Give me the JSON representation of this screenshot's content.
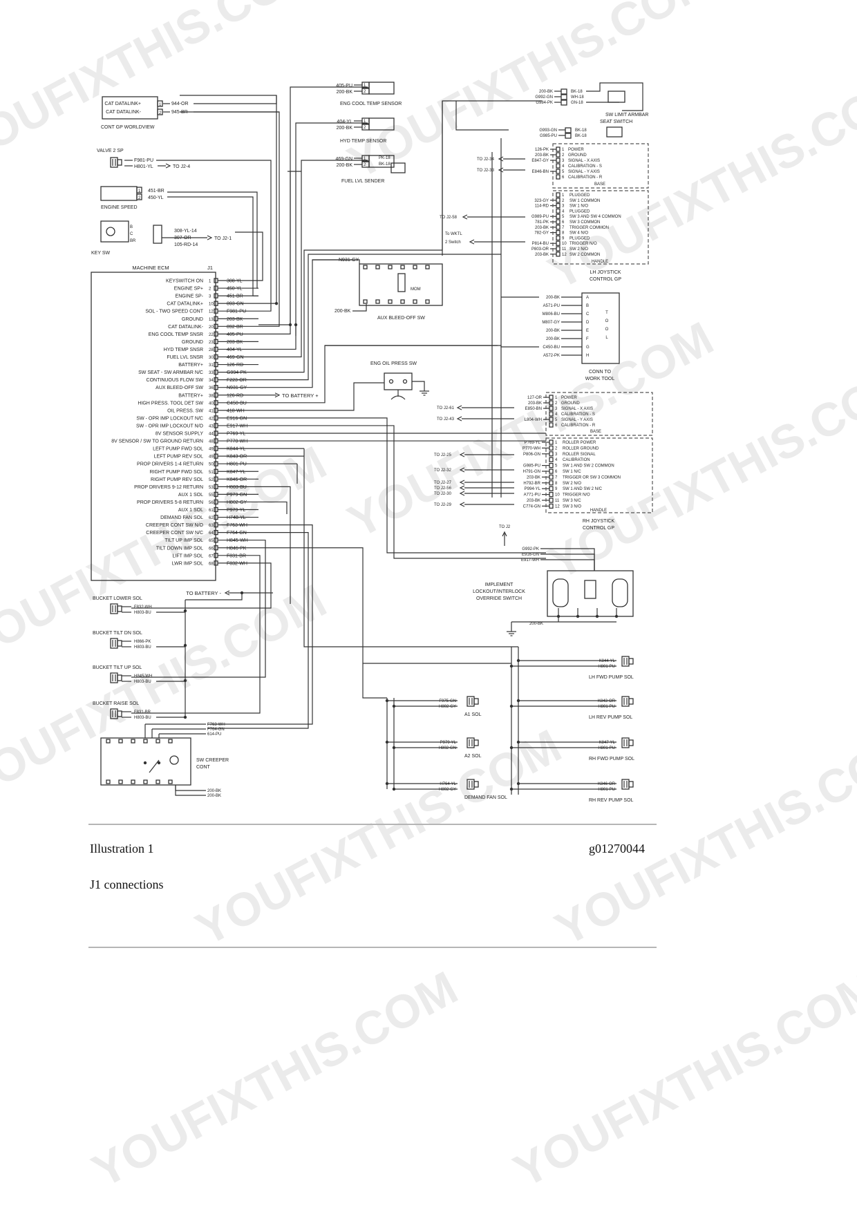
{
  "ecm": {
    "title": "MACHINE ECM",
    "connector": "J1",
    "rows": [
      {
        "label": "KEYSWITCH ON",
        "pin": "1",
        "wire": "308-YL"
      },
      {
        "label": "ENGINE SP+",
        "pin": "2",
        "wire": "450-YL"
      },
      {
        "label": "ENGINE SP-",
        "pin": "3",
        "wire": "451-BR"
      },
      {
        "label": "CAT DATALINK+",
        "pin": "10",
        "wire": "893-GN"
      },
      {
        "label": "SOL - TWO SPEED CONT",
        "pin": "12",
        "wire": "F981-PU"
      },
      {
        "label": "GROUND",
        "pin": "13",
        "wire": "203-BK"
      },
      {
        "label": "CAT DATALINK-",
        "pin": "20",
        "wire": "892-BR"
      },
      {
        "label": "ENG COOL TEMP SNSR",
        "pin": "22",
        "wire": "405-PU"
      },
      {
        "label": "GROUND",
        "pin": "23",
        "wire": "203-BK"
      },
      {
        "label": "HYD TEMP SNSR",
        "pin": "28",
        "wire": "404-YL"
      },
      {
        "label": "FUEL LVL SNSR",
        "pin": "30",
        "wire": "469-GN"
      },
      {
        "label": "BATTERY+",
        "pin": "31",
        "wire": "126-RD"
      },
      {
        "label": "SW SEAT - SW ARMBAR N/C",
        "pin": "33",
        "wire": "G994-PK"
      },
      {
        "label": "CONTINUOUS FLOW SW",
        "pin": "34",
        "wire": "F223-OR"
      },
      {
        "label": "AUX BLEED-OFF SW",
        "pin": "36",
        "wire": "N931-GY"
      },
      {
        "label": "BATTERY+",
        "pin": "38",
        "wire": "126-RD"
      },
      {
        "label": "HIGH PRESS. TOOL DET SW",
        "pin": "40",
        "wire": "C450-BU"
      },
      {
        "label": "OIL PRESS. SW",
        "pin": "41",
        "wire": "418-WH"
      },
      {
        "label": "SW - OPR IMP LOCKOUT N/C",
        "pin": "42",
        "wire": "E916-GN"
      },
      {
        "label": "SW - OPR IMP LOCKOUT N/O",
        "pin": "43",
        "wire": "E917-WH"
      },
      {
        "label": "8V SENSOR SUPPLY",
        "pin": "44",
        "wire": "P769-YL"
      },
      {
        "label": "8V SENSOR / SW TO GROUND RETURN",
        "pin": "48",
        "wire": "P770-WH"
      },
      {
        "label": "LEFT PUMP FWD SOL",
        "pin": "49",
        "wire": "K844-YL"
      },
      {
        "label": "LEFT PUMP REV SOL",
        "pin": "49",
        "wire": "K843-OR"
      },
      {
        "label": "PROP DRIVERS 1-4 RETURN",
        "pin": "50",
        "wire": "H801-PU"
      },
      {
        "label": "RIGHT PUMP FWD SOL",
        "pin": "51",
        "wire": "K847-YL"
      },
      {
        "label": "RIGHT PUMP REV SOL",
        "pin": "52",
        "wire": "K846-OR"
      },
      {
        "label": "PROP DRIVERS 9-12 RETURN",
        "pin": "53",
        "wire": "H803-BU"
      },
      {
        "label": "AUX 1 SOL",
        "pin": "55",
        "wire": "P979-GN"
      },
      {
        "label": "PROP DRIVERS 5-8 RETURN",
        "pin": "56",
        "wire": "H802-GY"
      },
      {
        "label": "AUX 1 SOL",
        "pin": "61",
        "wire": "P979-YL"
      },
      {
        "label": "DEMAND FAN SOL",
        "pin": "62",
        "wire": "H748-YL"
      },
      {
        "label": "CREEPER CONT SW N/O",
        "pin": "63",
        "wire": "F763-WH"
      },
      {
        "label": "CREEPER CONT SW N/C",
        "pin": "64",
        "wire": "F764-GN"
      },
      {
        "label": "TILT UP IMP SOL",
        "pin": "65",
        "wire": "H845-WH"
      },
      {
        "label": "TILT DOWN IMP SOL",
        "pin": "66",
        "wire": "H846-PK"
      },
      {
        "label": "LIFT IMP SOL",
        "pin": "67",
        "wire": "F831-BR"
      },
      {
        "label": "LWR IMP SOL",
        "pin": "68",
        "wire": "F832-WH"
      }
    ],
    "to_battery": "TO BATTERY +",
    "to_battery_bottom": "TO BATTERY -"
  },
  "left_components": {
    "cat_datalink": {
      "labels": [
        "CAT DATALINK+",
        "CAT DATALINK-"
      ],
      "pins": [
        "1",
        "2"
      ],
      "wires": [
        "944-OR",
        "945-BR"
      ],
      "name": "CONT GP WORLDVIEW"
    },
    "valve": {
      "name": "VALVE 2 SP",
      "wires": [
        "F981-PU",
        "H801-YL"
      ],
      "to": "TO J2-4"
    },
    "engine_speed": {
      "name": "ENGINE SPEED",
      "pins": [
        "1",
        "2"
      ],
      "wires": [
        "451-BR",
        "450-YL"
      ]
    },
    "key_sw": {
      "name": "KEY SW",
      "contacts": [
        "B",
        "C",
        "BR"
      ],
      "wires": [
        "308-YL-14",
        "307-OR",
        "105-RD-14"
      ],
      "to": "TO J2-1"
    }
  },
  "sensors": {
    "eng_cool": {
      "name": "ENG COOL TEMP SENSOR",
      "wires": [
        "405-PU",
        "200-BK"
      ],
      "pins": [
        "1",
        "2"
      ]
    },
    "hyd_temp": {
      "name": "HYD TEMP SENSOR",
      "wires": [
        "404-YL",
        "200-BK"
      ],
      "pins": [
        "1",
        "2"
      ]
    },
    "fuel_lvl": {
      "name": "FUEL LVL SENDER",
      "wires": [
        "469-GN",
        "200-BK"
      ],
      "pins": [
        "1",
        "2"
      ],
      "tags": [
        "PK-18",
        "BK-18"
      ]
    }
  },
  "aux_bleed": {
    "name": "AUX BLEED-OFF SW",
    "wire_in": "N931-GY",
    "wire_gnd": "200-BK",
    "tag": "MOM"
  },
  "eng_oil": {
    "name": "ENG OIL PRESS SW"
  },
  "top_right": {
    "sw_limit": {
      "name": "SW LIMIT ARMBAR",
      "wires": [
        "200-BK",
        "G992-GN",
        "G984-PK"
      ],
      "tags": [
        "BK-18",
        "WH-18",
        "GN-18"
      ]
    },
    "seat": {
      "name": "SEAT SWITCH",
      "wires": [
        "G993-GN",
        "G985-PU"
      ],
      "tags": [
        "BK-18",
        "BK-18"
      ]
    }
  },
  "lh_joystick": {
    "base_label": "BASE",
    "handle_label": "HANDLE",
    "name": "LH JOYSTICK",
    "name2": "CONTROL GP",
    "base_pins": [
      {
        "pin": "1",
        "sig": "POWER",
        "wire": "126-PK"
      },
      {
        "pin": "2",
        "sig": "GROUND",
        "wire": "203-BK"
      },
      {
        "pin": "3",
        "sig": "SIGNAL - X AXIS",
        "wire": "E847-GY"
      },
      {
        "pin": "4",
        "sig": "CALIBRATION - S",
        "wire": ""
      },
      {
        "pin": "5",
        "sig": "SIGNAL - Y AXIS",
        "wire": "E846-BN"
      },
      {
        "pin": "6",
        "sig": "CALIBRATION - R",
        "wire": ""
      }
    ],
    "base_to": [
      "TO J2-34",
      "TO J2-33"
    ],
    "handle_pins": [
      {
        "pin": "1",
        "sig": "PLUGGED",
        "wire": ""
      },
      {
        "pin": "2",
        "sig": "SW 1 COMMON",
        "wire": "323-GY"
      },
      {
        "pin": "3",
        "sig": "SW 1 N/O",
        "wire": "114-RD"
      },
      {
        "pin": "4",
        "sig": "PLUGGED",
        "wire": ""
      },
      {
        "pin": "5",
        "sig": "SW 3 AND SW 4 COMMON",
        "wire": "G989-PU"
      },
      {
        "pin": "6",
        "sig": "SW 3 COMMON",
        "wire": "781-PK"
      },
      {
        "pin": "7",
        "sig": "TRIGGER COMMON",
        "wire": "203-BK"
      },
      {
        "pin": "8",
        "sig": "SW 4 N/O",
        "wire": "782-GY"
      },
      {
        "pin": "9",
        "sig": "PLUGGED",
        "wire": ""
      },
      {
        "pin": "10",
        "sig": "TRIGGER N/O",
        "wire": "P814-BU"
      },
      {
        "pin": "11",
        "sig": "SW 2 N/O",
        "wire": "P803-OR"
      },
      {
        "pin": "12",
        "sig": "SW 2 COMMON",
        "wire": "203-BK"
      }
    ],
    "handle_to": [
      "TO J2-58",
      "To WKTL",
      "2 Switch"
    ]
  },
  "work_tool": {
    "name": "CONN TO",
    "name2": "WORK TOOL",
    "side": [
      "T",
      "O",
      "O",
      "L"
    ],
    "pins": [
      {
        "pin": "A",
        "wire": "200-BK"
      },
      {
        "pin": "B",
        "wire": "A571-PU"
      },
      {
        "pin": "C",
        "wire": "M806-BU"
      },
      {
        "pin": "D",
        "wire": "M807-GY"
      },
      {
        "pin": "E",
        "wire": "200-BK"
      },
      {
        "pin": "F",
        "wire": "200-BK"
      },
      {
        "pin": "G",
        "wire": "C450-BU"
      },
      {
        "pin": "H",
        "wire": "A572-PK"
      }
    ]
  },
  "rh_joystick": {
    "base_label": "BASE",
    "handle_label": "HANDLE",
    "name": "RH JOYSTICK",
    "name2": "CONTROL GP",
    "base_pins": [
      {
        "pin": "1",
        "sig": "POWER",
        "wire": "127-OR"
      },
      {
        "pin": "2",
        "sig": "GROUND",
        "wire": "203-BK"
      },
      {
        "pin": "3",
        "sig": "SIGNAL - X AXIS",
        "wire": "E850-BN"
      },
      {
        "pin": "4",
        "sig": "CALIBRATION - S",
        "wire": ""
      },
      {
        "pin": "5",
        "sig": "SIGNAL - Y AXIS",
        "wire": "L804-WH"
      },
      {
        "pin": "6",
        "sig": "CALIBRATION - R",
        "wire": ""
      }
    ],
    "base_to": [
      "TO J2-61",
      "TO J2-43"
    ],
    "handle_pins": [
      {
        "pin": "1",
        "sig": "ROLLER POWER",
        "wire": "P769-YL"
      },
      {
        "pin": "2",
        "sig": "ROLLER GROUND",
        "wire": "P770-WH"
      },
      {
        "pin": "3",
        "sig": "ROLLER SIGNAL",
        "wire": "P806-GN"
      },
      {
        "pin": "4",
        "sig": "CALIBRATION",
        "wire": ""
      },
      {
        "pin": "5",
        "sig": "SW 1 AND SW 2 COMMON",
        "wire": "G985-PU"
      },
      {
        "pin": "6",
        "sig": "SW 1 N/C",
        "wire": "H791-GN"
      },
      {
        "pin": "7",
        "sig": "TRIGGER OR SW 3 COMMON",
        "wire": "203-BK"
      },
      {
        "pin": "8",
        "sig": "SW 2 N/O",
        "wire": "H792-BR"
      },
      {
        "pin": "9",
        "sig": "SW 1 AND SW 2 N/C",
        "wire": "P994-YL"
      },
      {
        "pin": "10",
        "sig": "TRIGGER N/O",
        "wire": "A771-PU"
      },
      {
        "pin": "11",
        "sig": "SW 3 N/C",
        "wire": "203-BK"
      },
      {
        "pin": "12",
        "sig": "SW 3 N/O",
        "wire": "C774-GN"
      }
    ],
    "handle_to": [
      "TO J2-25",
      "TO J2-32",
      "TO J2-27",
      "TO J2-56",
      "TO J2-30",
      "TO J2-29"
    ]
  },
  "implement": {
    "names": [
      "IMPLEMENT",
      "LOCKOUT/INTERLOCK",
      "OVERRIDE SWITCH"
    ],
    "wires": [
      "G992-PK",
      "E916-GN",
      "E917-WH"
    ],
    "to": "TO J2",
    "gnd": "200-BK"
  },
  "bucket": [
    {
      "name": "BUCKET LOWER SOL",
      "wires": [
        "F832-WH",
        "H803-BU"
      ]
    },
    {
      "name": "BUCKET TILT DN SOL",
      "wires": [
        "H866-PK",
        "H803-BU"
      ]
    },
    {
      "name": "BUCKET TILT UP SOL",
      "wires": [
        "H845-WH",
        "H803-BU"
      ]
    },
    {
      "name": "BUCKET RAISE SOL",
      "wires": [
        "F831-BR",
        "H803-BU"
      ]
    }
  ],
  "creeper": {
    "name": "SW CREEPER",
    "name2": "CONT",
    "wires": [
      "F763-WH",
      "F764-GN",
      "614-PU"
    ],
    "gnd": [
      "200-BK",
      "200-BK"
    ]
  },
  "center_sols": [
    {
      "name": "A1 SOL",
      "wires": [
        "F975-GN",
        "H802-GY"
      ]
    },
    {
      "name": "A2 SOL",
      "wires": [
        "P979-YL",
        "H802-GN"
      ]
    },
    {
      "name": "DEMAND FAN SOL",
      "wires": [
        "H764-YL",
        "H802-GY"
      ]
    }
  ],
  "pump_sols": [
    {
      "name": "LH FWD PUMP SOL",
      "wires": [
        "K844-YL",
        "H801-PU"
      ]
    },
    {
      "name": "LH REV PUMP SOL",
      "wires": [
        "K843-OR",
        "H801-PU"
      ]
    },
    {
      "name": "RH FWD PUMP SOL",
      "wires": [
        "K847-YL",
        "H801-PU"
      ]
    },
    {
      "name": "RH REV PUMP SOL",
      "wires": [
        "K846-OR",
        "H801-PU"
      ]
    }
  ],
  "caption": {
    "left": "Illustration 1",
    "right": "g01270044",
    "sub": "J1 connections"
  },
  "watermark": {
    "text": "YOUFIXTHIS.COM",
    "color": "#000000"
  }
}
